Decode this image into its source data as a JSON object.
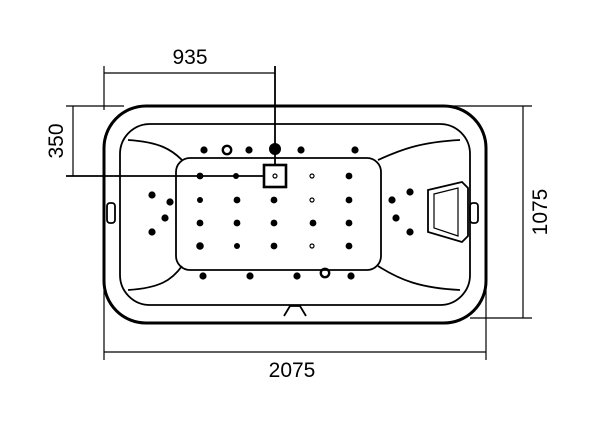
{
  "dimensions": {
    "overall_length": "2075",
    "overall_width": "1075",
    "offset_x": "935",
    "offset_y": "350"
  },
  "colors": {
    "line": "#000000",
    "background": "#ffffff"
  }
}
